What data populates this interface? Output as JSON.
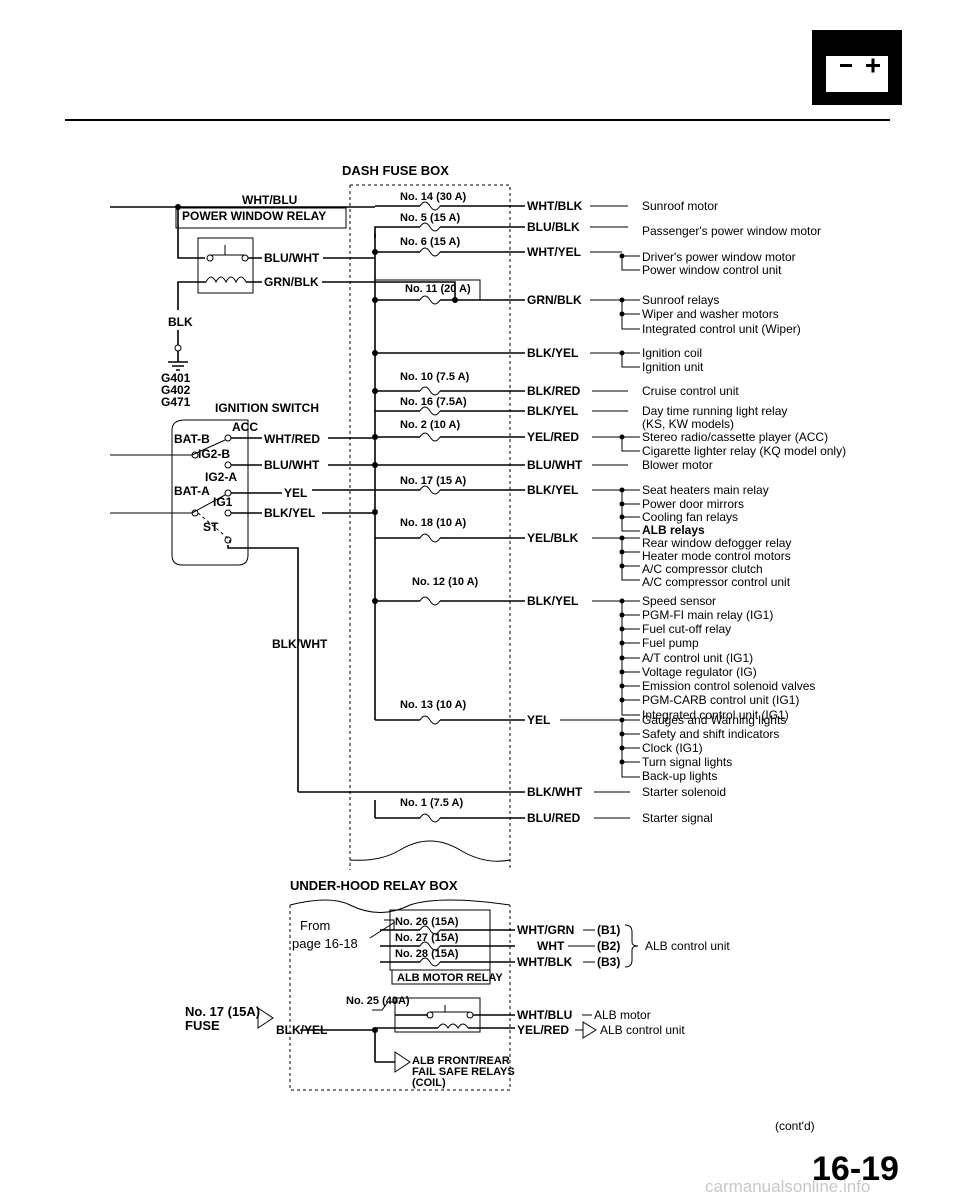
{
  "page": {
    "number": "16-19",
    "contd": "(cont'd)",
    "watermark": "carmanualsonline.info",
    "battery_icon": "battery-icon"
  },
  "dash": {
    "title": "DASH FUSE BOX",
    "fuses": [
      {
        "id": "f14",
        "label": "No. 14 (30 A)"
      },
      {
        "id": "f5",
        "label": "No. 5 (15 A)"
      },
      {
        "id": "f6",
        "label": "No. 6 (15 A)"
      },
      {
        "id": "f11",
        "label": "No. 11 (20 A)"
      },
      {
        "id": "f10",
        "label": "No. 10 (7.5 A)"
      },
      {
        "id": "f16",
        "label": "No. 16 (7.5A)"
      },
      {
        "id": "f2",
        "label": "No. 2 (10 A)"
      },
      {
        "id": "f17",
        "label": "No. 17 (15 A)"
      },
      {
        "id": "f18",
        "label": "No. 18 (10 A)"
      },
      {
        "id": "f12",
        "label": "No. 12 (10 A)"
      },
      {
        "id": "f13",
        "label": "No. 13 (10 A)"
      },
      {
        "id": "f1",
        "label": "No. 1 (7.5 A)"
      }
    ],
    "outputs": [
      {
        "wire": "WHT/BLK",
        "loads": [
          "Sunroof motor"
        ]
      },
      {
        "wire": "BLU/BLK",
        "loads": [
          "Passenger's power window motor"
        ]
      },
      {
        "wire": "WHT/YEL",
        "loads": [
          "Driver's power window motor",
          "Power window control unit"
        ]
      },
      {
        "wire": "GRN/BLK",
        "loads": [
          "Sunroof relays",
          "Wiper and washer motors",
          "Integrated control unit (Wiper)"
        ]
      },
      {
        "wire": "BLK/YEL",
        "loads": [
          "Ignition coil",
          "Ignition unit"
        ]
      },
      {
        "wire": "BLK/RED",
        "loads": [
          "Cruise control unit"
        ]
      },
      {
        "wire": "BLK/YEL",
        "loads": [
          "Day time running light relay",
          "(KS, KW models)"
        ]
      },
      {
        "wire": "YEL/RED",
        "loads": [
          "Stereo radio/cassette player (ACC)",
          "Cigarette lighter relay (KQ model only)"
        ]
      },
      {
        "wire": "BLU/WHT",
        "loads": [
          "Blower motor"
        ]
      },
      {
        "wire": "BLK/YEL",
        "loads": [
          "Seat heaters main relay",
          "Power door mirrors",
          "Cooling fan relays",
          "ALB relays"
        ]
      },
      {
        "wire": "YEL/BLK",
        "loads": [
          "Rear window defogger relay",
          "Heater mode control motors",
          "A/C compressor clutch",
          "A/C compressor control unit"
        ]
      },
      {
        "wire": "BLK/YEL",
        "loads": [
          "Speed sensor",
          "PGM-FI main relay (IG1)",
          "Fuel cut-off relay",
          "Fuel pump",
          "A/T control unit (IG1)",
          "Voltage regulator (IG)",
          "Emission control solenoid valves",
          "PGM-CARB control unit (IG1)",
          "Integrated control unit (IG1)"
        ]
      },
      {
        "wire": "YEL",
        "loads": [
          "Gauges and Warning lights",
          "Safety and shift indicators",
          "Clock (IG1)",
          "Turn signal lights",
          "Back-up lights"
        ]
      },
      {
        "wire": "BLK/WHT",
        "loads": [
          "Starter solenoid"
        ]
      },
      {
        "wire": "BLU/RED",
        "loads": [
          "Starter signal"
        ]
      }
    ]
  },
  "left": {
    "power_window_relay": "POWER WINDOW RELAY",
    "wht_blu": "WHT/BLU",
    "blu_wht_relay": "BLU/WHT",
    "grn_blk": "GRN/BLK",
    "blk": "BLK",
    "grounds": [
      "G401",
      "G402",
      "G471"
    ],
    "ignition_switch": "IGNITION SWITCH",
    "acc": "ACC",
    "bat_b": "BAT-B",
    "ig2_b": "IG2-B",
    "ig2_a": "IG2-A",
    "bat_a": "BAT-A",
    "ig1": "IG1",
    "st": "ST",
    "sw_wires": [
      "WHT/RED",
      "BLU/WHT",
      "YEL",
      "BLK/YEL"
    ],
    "blk_wht": "BLK/WHT"
  },
  "underhood": {
    "title": "UNDER-HOOD RELAY BOX",
    "from_line1": "From",
    "from_line2": "page 16-18",
    "fuses": [
      "No. 26 (15A)",
      "No. 27 (15A)",
      "No. 28 (15A)",
      "No. 25 (40A)"
    ],
    "alb_motor_relay": "ALB MOTOR RELAY",
    "fail_safe_lines": [
      "ALB FRONT/REAR",
      "FAIL SAFE RELAYS",
      "(COIL)"
    ],
    "fuse17_line1": "No. 17 (15A)",
    "fuse17_line2": "FUSE",
    "blk_yel": "BLK/YEL",
    "out_wires": [
      {
        "wire": "WHT/GRN",
        "pin": "(B1)"
      },
      {
        "wire": "WHT",
        "pin": "(B2)"
      },
      {
        "wire": "WHT/BLK",
        "pin": "(B3)"
      }
    ],
    "alb_control_unit": "ALB control unit",
    "wht_blu": "WHT/BLU",
    "alb_motor": "ALB motor",
    "yel_red": "YEL/RED",
    "alb_control_unit2": "ALB control unit"
  }
}
